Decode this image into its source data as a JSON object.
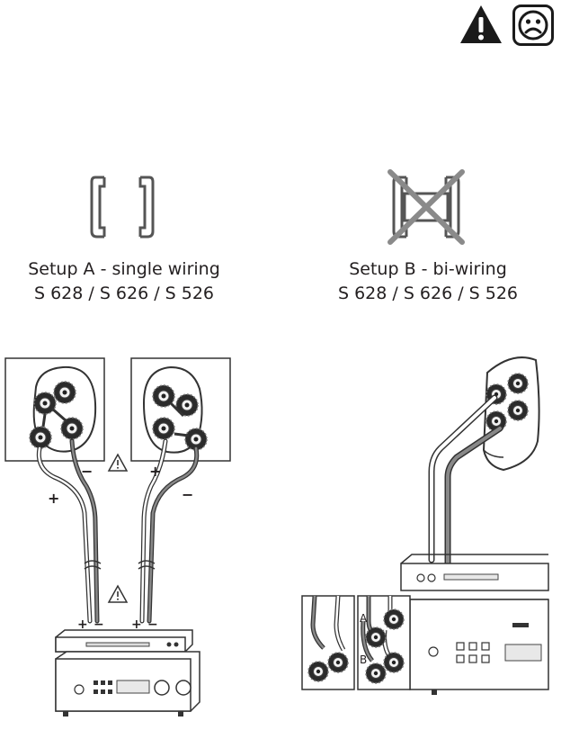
{
  "setup_a": {
    "title": "Setup A - single wiring",
    "models": "S 628 / S 626 / S 526"
  },
  "setup_b": {
    "title": "Setup B - bi-wiring",
    "models": "S 628 / S 626 / S 526"
  },
  "polarity": {
    "plus": "+",
    "minus": "−"
  },
  "terminal_labels": {
    "a": "A",
    "b": "B"
  },
  "icons": [
    "warning-icon",
    "sad-face-icon",
    "jumper-bridge-icon",
    "crossed-jumper-bridge-icon"
  ]
}
